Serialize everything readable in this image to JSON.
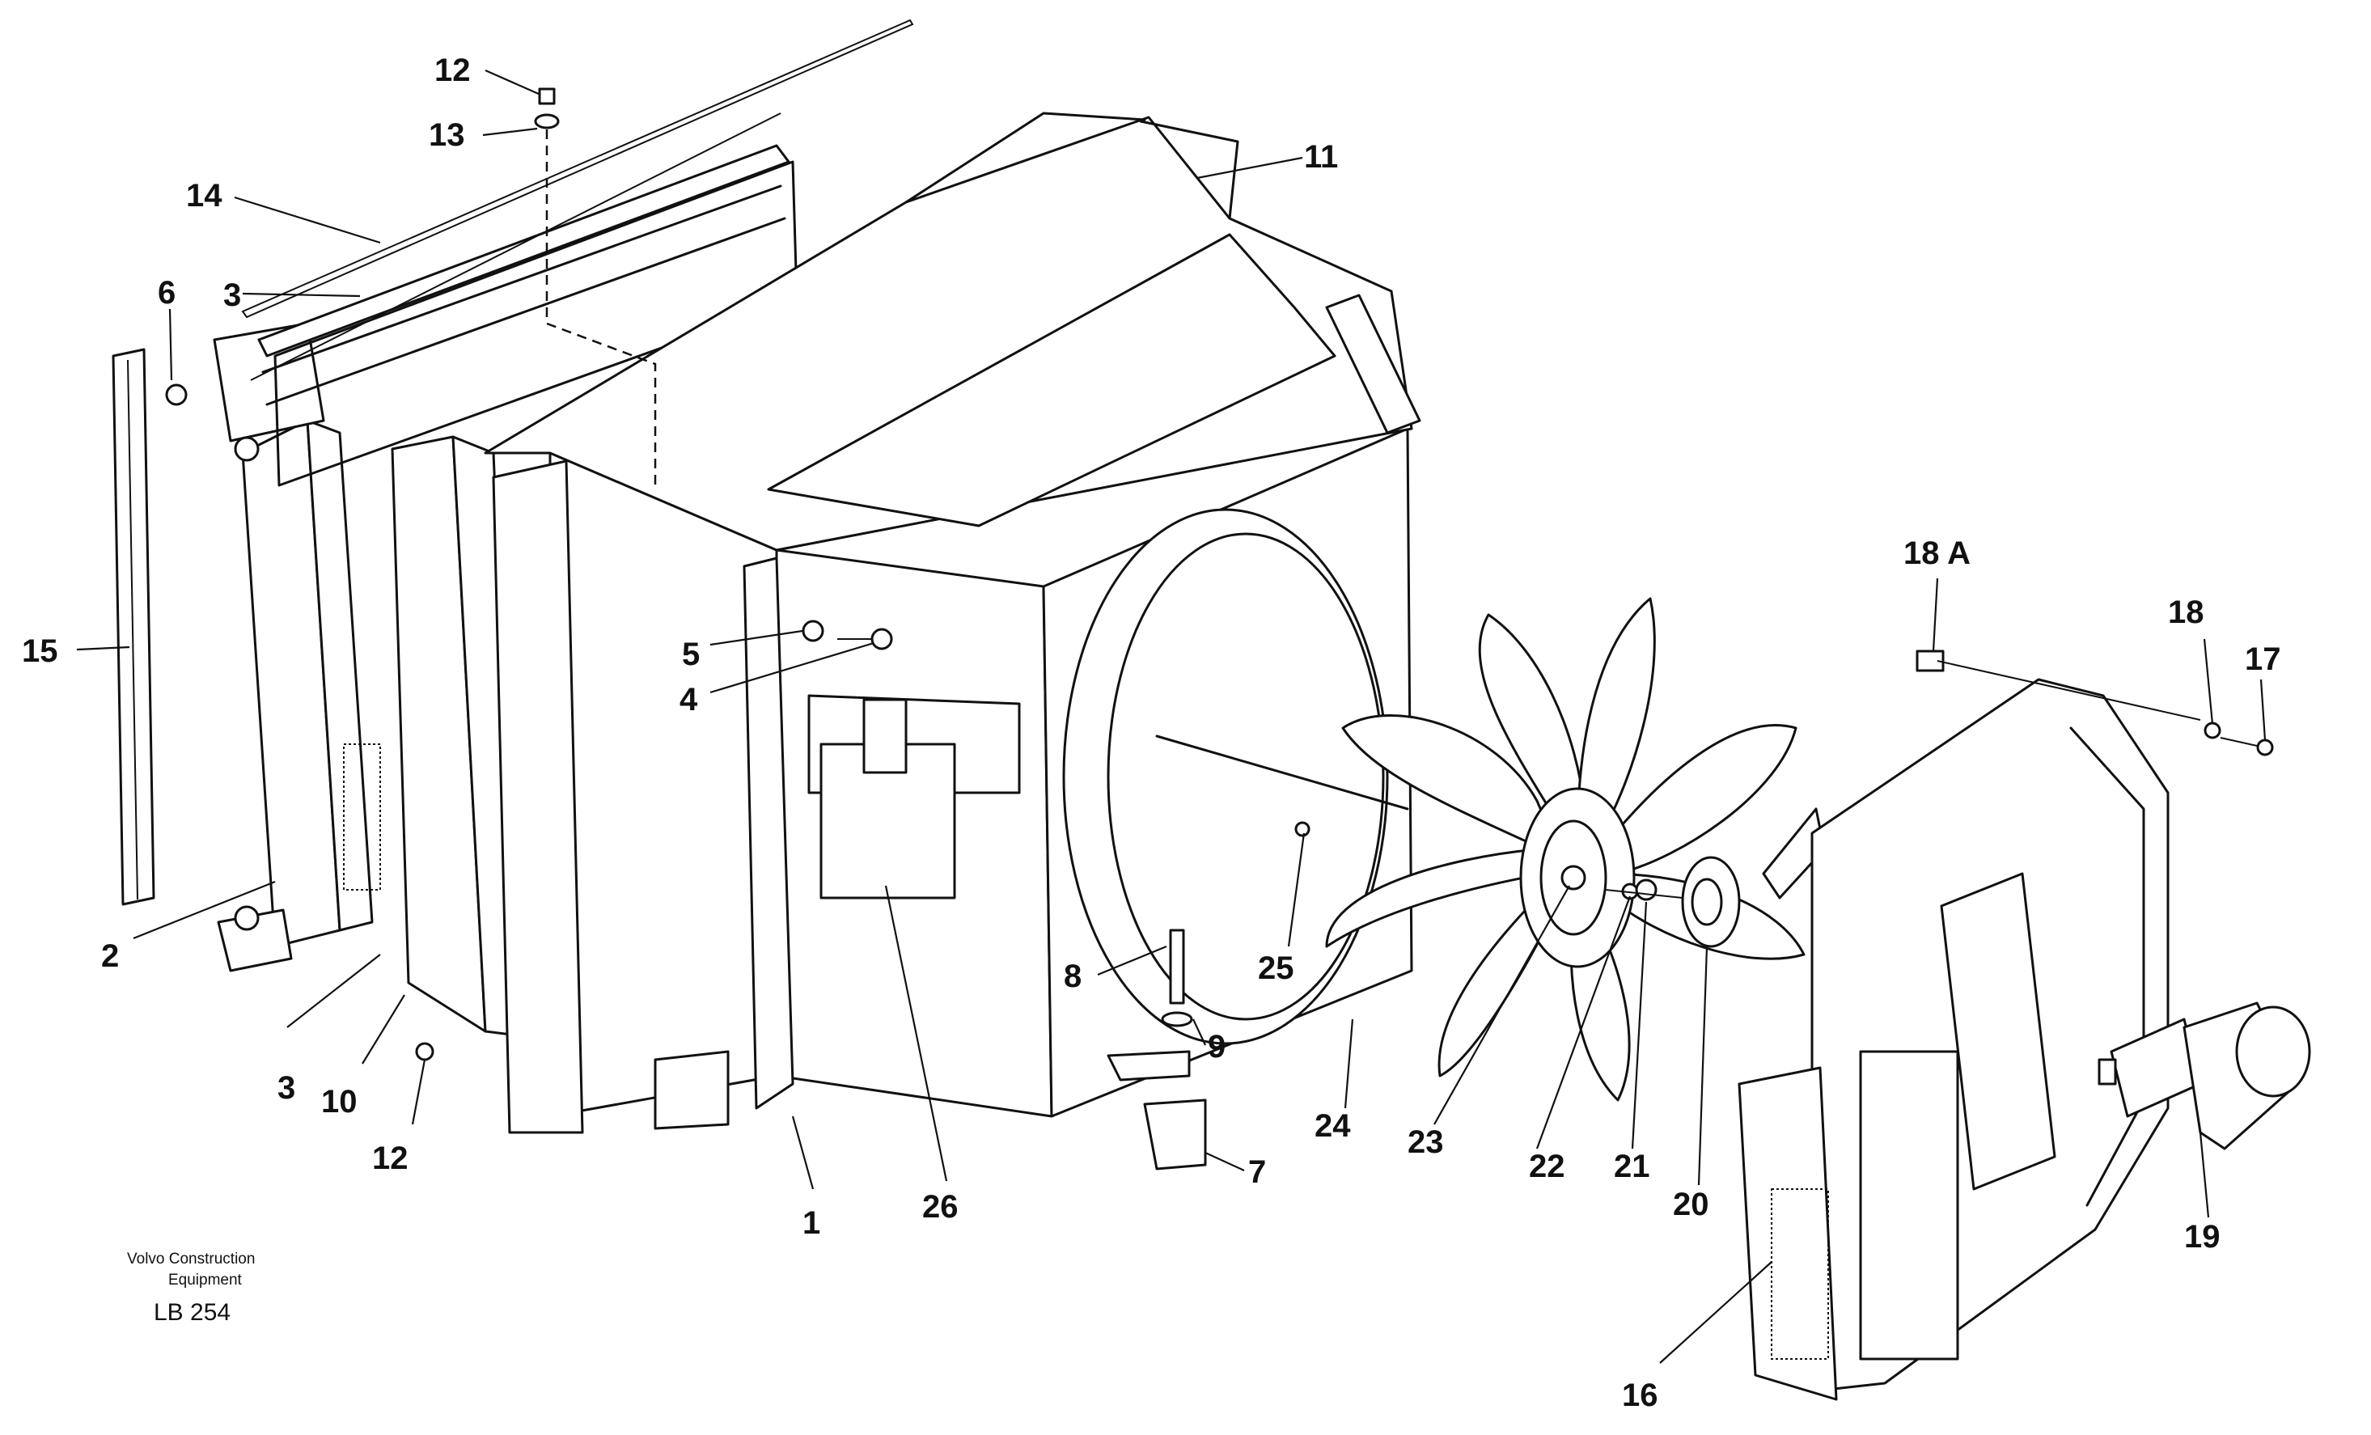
{
  "diagram": {
    "callouts": {
      "c1": "1",
      "c2": "2",
      "c3a": "3",
      "c3b": "3",
      "c4": "4",
      "c5": "5",
      "c6": "6",
      "c7": "7",
      "c8": "8",
      "c9": "9",
      "c10": "10",
      "c11": "11",
      "c12a": "12",
      "c12b": "12",
      "c13": "13",
      "c14": "14",
      "c15": "15",
      "c16": "16",
      "c17": "17",
      "c18": "18",
      "c18a": "18 A",
      "c19": "19",
      "c20": "20",
      "c21": "21",
      "c22": "22",
      "c23": "23",
      "c24": "24",
      "c25": "25",
      "c26": "26"
    },
    "footer": {
      "brand_line1": "Volvo Construction",
      "brand_line2": "Equipment",
      "code": "LB 254"
    }
  }
}
